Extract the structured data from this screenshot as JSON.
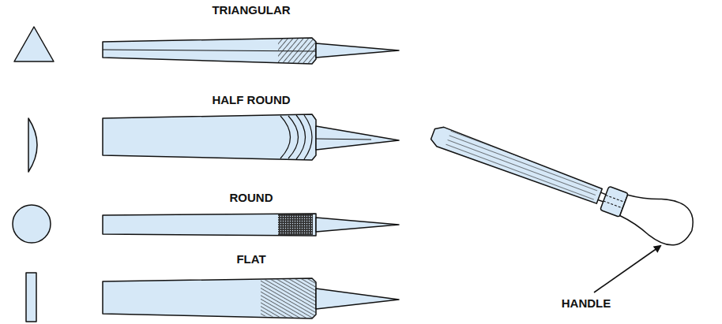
{
  "diagram": {
    "labels": [
      "TRIANGULAR",
      "HALF ROUND",
      "ROUND",
      "FLAT",
      "HANDLE"
    ]
  }
}
